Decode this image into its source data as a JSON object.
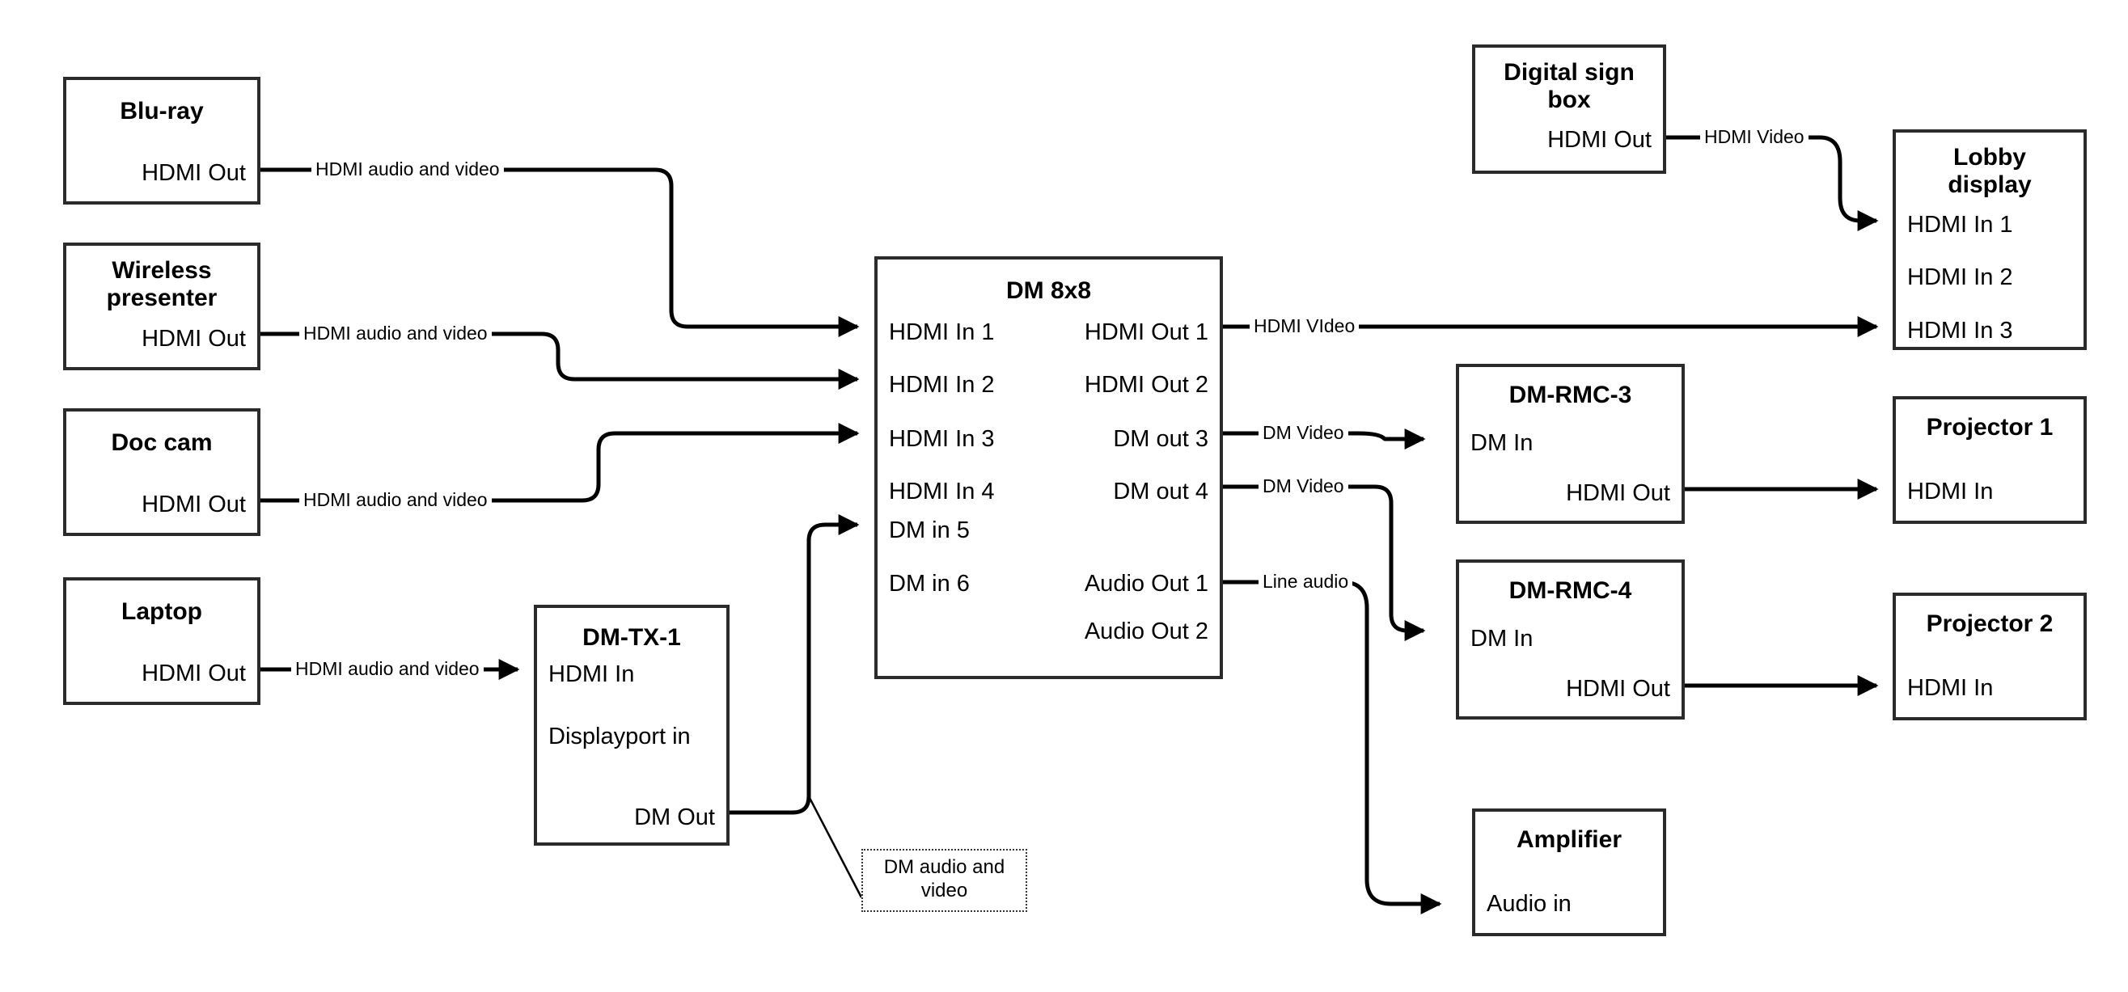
{
  "diagram": {
    "title": "DM 8x8 AV signal flow",
    "stroke_color": "#000000",
    "box_border_color": "#2b2b2b",
    "background": "#ffffff"
  },
  "nodes": {
    "bluray": {
      "title": "Blu-ray",
      "port_out": "HDMI Out"
    },
    "wireless": {
      "title": "Wireless\npresenter",
      "title_line1": "Wireless",
      "title_line2": "presenter",
      "port_out": "HDMI Out"
    },
    "doccam": {
      "title": "Doc cam",
      "port_out": "HDMI Out"
    },
    "laptop": {
      "title": "Laptop",
      "port_out": "HDMI Out"
    },
    "dmtx1": {
      "title": "DM-TX-1",
      "port_in_hdmi": "HDMI In",
      "port_in_dp": "Displayport in",
      "port_out": "DM Out"
    },
    "dm8x8": {
      "title": "DM 8x8",
      "inputs": [
        "HDMI In 1",
        "HDMI In 2",
        "HDMI In 3",
        "HDMI In 4",
        "DM in 5",
        "DM in 6"
      ],
      "outputs": [
        "HDMI Out 1",
        "HDMI Out 2",
        "DM out 3",
        "DM out 4",
        "Audio Out 1",
        "Audio Out 2"
      ]
    },
    "digitalsign": {
      "title_line1": "Digital sign",
      "title_line2": "box",
      "port_out": "HDMI Out"
    },
    "lobbydisplay": {
      "title_line1": "Lobby",
      "title_line2": "display",
      "inputs": [
        "HDMI In 1",
        "HDMI In 2",
        "HDMI In 3"
      ]
    },
    "dmrmc3": {
      "title": "DM-RMC-3",
      "port_in": "DM In",
      "port_out": "HDMI Out"
    },
    "dmrmc4": {
      "title": "DM-RMC-4",
      "port_in": "DM In",
      "port_out": "HDMI Out"
    },
    "projector1": {
      "title": "Projector 1",
      "port_in": "HDMI In"
    },
    "projector2": {
      "title": "Projector 2",
      "port_in": "HDMI In"
    },
    "amplifier": {
      "title": "Amplifier",
      "port_in": "Audio in"
    }
  },
  "edge_labels": {
    "bluray_to_dm": "HDMI audio and video",
    "wireless_to_dm": "HDMI audio and video",
    "doccam_to_dm": "HDMI audio and video",
    "laptop_to_dmtx1": "HDMI audio and video",
    "dmtx1_to_dm": "DM audio and video",
    "dm_out1_to_lobby": "HDMI VIdeo",
    "sign_to_lobby": "HDMI Video",
    "dm_out3_to_rmc3": "DM Video",
    "dm_out4_to_rmc4": "DM Video",
    "dm_audio_to_amp": "Line audio"
  }
}
